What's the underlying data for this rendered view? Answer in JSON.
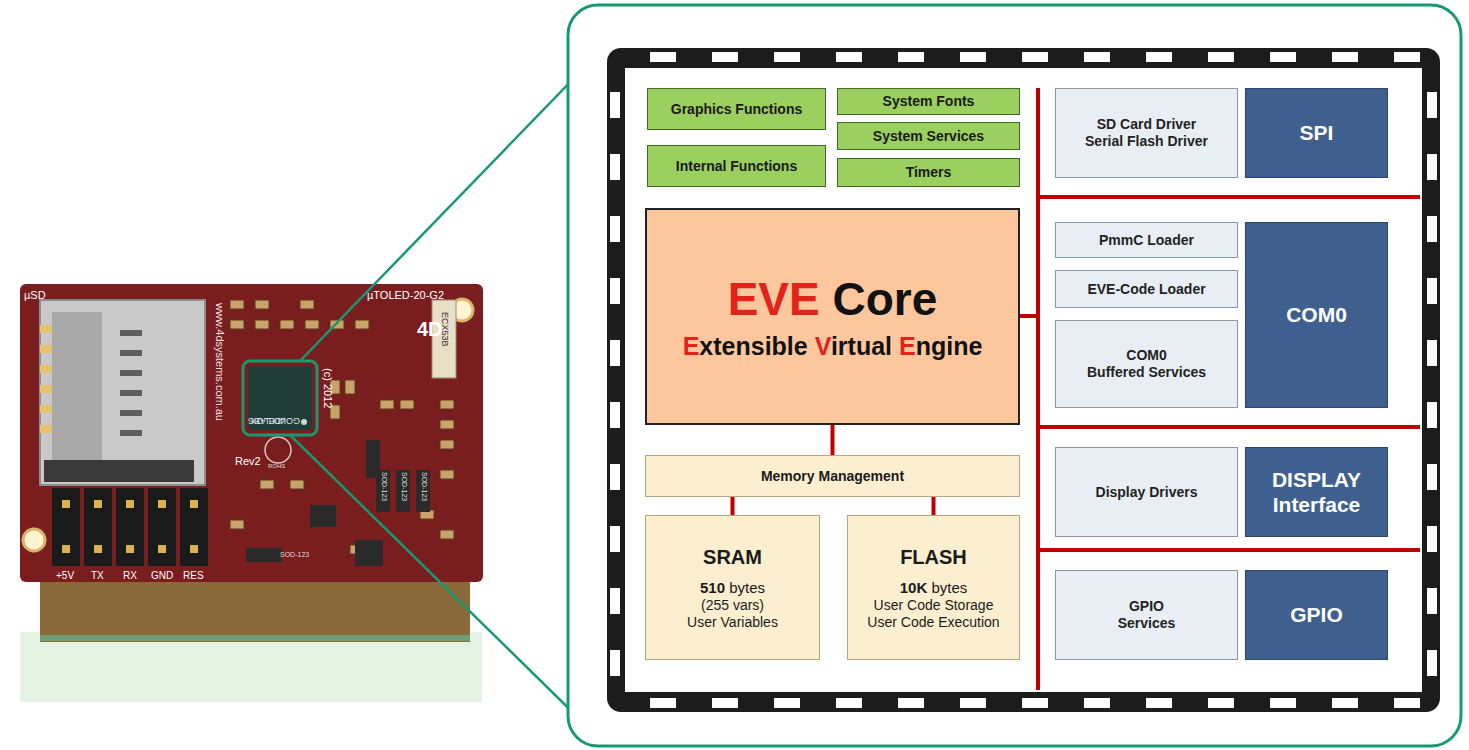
{
  "diagram": {
    "nodes": [
      {
        "text": [
          "Graphics Functions"
        ]
      },
      {
        "text": [
          "Internal Functions"
        ]
      },
      {
        "text": [
          "System Fonts"
        ]
      },
      {
        "text": [
          "System Services"
        ]
      },
      {
        "text": [
          "Timers"
        ]
      },
      {
        "text": [
          "EVE Core",
          "Extensible Virtual Engine"
        ]
      },
      {
        "text": [
          "Memory Management"
        ]
      },
      {
        "text": [
          "SRAM",
          "510 bytes",
          "(255 vars)",
          "User Variables"
        ]
      },
      {
        "text": [
          "FLASH",
          "10K bytes",
          "User Code Storage",
          "User Code Execution"
        ]
      },
      {
        "text": [
          "SD Card Driver",
          "Serial Flash Driver"
        ]
      },
      {
        "text": [
          "SPI"
        ]
      },
      {
        "text": [
          "PmmC Loader"
        ]
      },
      {
        "text": [
          "EVE-Code Loader"
        ]
      },
      {
        "text": [
          "COM0",
          "Buffered Services"
        ]
      },
      {
        "text": [
          "COM0"
        ]
      },
      {
        "text": [
          "Display Drivers"
        ]
      },
      {
        "text": [
          "DISPLAY Interface"
        ]
      },
      {
        "text": [
          "GPIO",
          "Services"
        ]
      },
      {
        "text": [
          "GPIO"
        ]
      }
    ],
    "edges": [
      {
        "from": 5,
        "to": 6,
        "arrow": "none"
      },
      {
        "from": 6,
        "to": 7,
        "arrow": "none"
      },
      {
        "from": 6,
        "to": 8,
        "arrow": "none"
      }
    ],
    "labels": [
      "µSD",
      "µTOLED-20-G2",
      "www.4dsystems.com.au",
      "GOLDELOX",
      "4D LABS",
      "(c) 2012",
      "Rev2",
      "ECX53B",
      "4D",
      "+5V",
      "TX",
      "RX",
      "GND",
      "RES",
      "SOD-123",
      "SOD-123",
      "SOD-123",
      "SOD-123",
      "ROHS"
    ]
  }
}
